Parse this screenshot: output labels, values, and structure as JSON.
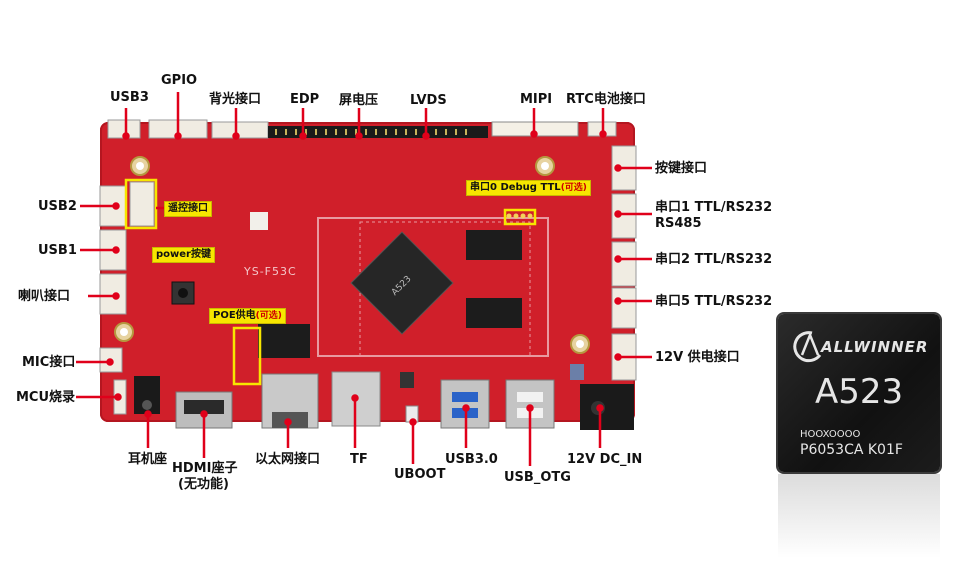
{
  "board": {
    "silk": "YS-F53C"
  },
  "chip": {
    "brand": "ALLWINNER",
    "model": "A523",
    "code1": "HOOXOOOO",
    "code2": "P6053CA  K01F"
  },
  "labels": {
    "usb3_top": "USB3",
    "gpio": "GPIO",
    "backlight": "背光接口",
    "edp": "EDP",
    "screen_power": "屏电压",
    "lvds": "LVDS",
    "mipi": "MIPI",
    "rtc": "RTC电池接口",
    "key_if": "按键接口",
    "uart1": "串口1  TTL/RS232",
    "rs485": "RS485",
    "uart2": "串口2  TTL/RS232",
    "uart5": "串口5  TTL/RS232",
    "dc12v_if": "12V 供电接口",
    "usb2": "USB2",
    "usb1": "USB1",
    "speaker": "喇叭接口",
    "mic": "MIC接口",
    "mcu": "MCU烧录",
    "earphone": "耳机座",
    "hdmi": "HDMI座子",
    "hdmi_note": "(无功能)",
    "ethernet": "以太网接口",
    "tf": "TF",
    "uboot": "UBOOT",
    "usb30": "USB3.0",
    "usb_otg": "USB_OTG",
    "dc_in": "12V  DC_IN"
  },
  "tags": {
    "remote": "遥控接口",
    "power_key": "power按键",
    "poe": "POE供电",
    "poe_opt": "(可选)",
    "debug": "串口0 Debug TTL",
    "debug_opt": "(可选)"
  },
  "colors": {
    "board_red": "#d01f2a",
    "pointer_red": "#e0001a",
    "tag_yellow": "#f7e600"
  }
}
